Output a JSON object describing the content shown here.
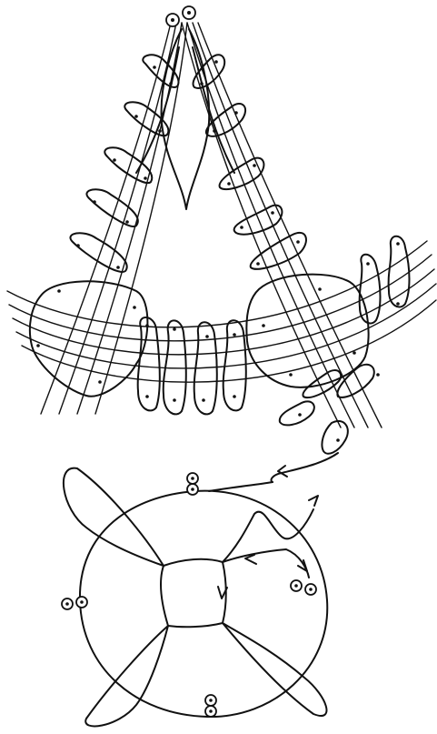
{
  "diagram": {
    "kind": "bobbin-lace-pricking-and-working-diagram",
    "colors": {
      "ink": "#111111",
      "paper": "#ffffff"
    },
    "parts": [
      "lace-triangle-with-oval-pinholes",
      "curved-band-across-base",
      "ring-motif-with-four-lobes",
      "direction-arrows"
    ]
  }
}
